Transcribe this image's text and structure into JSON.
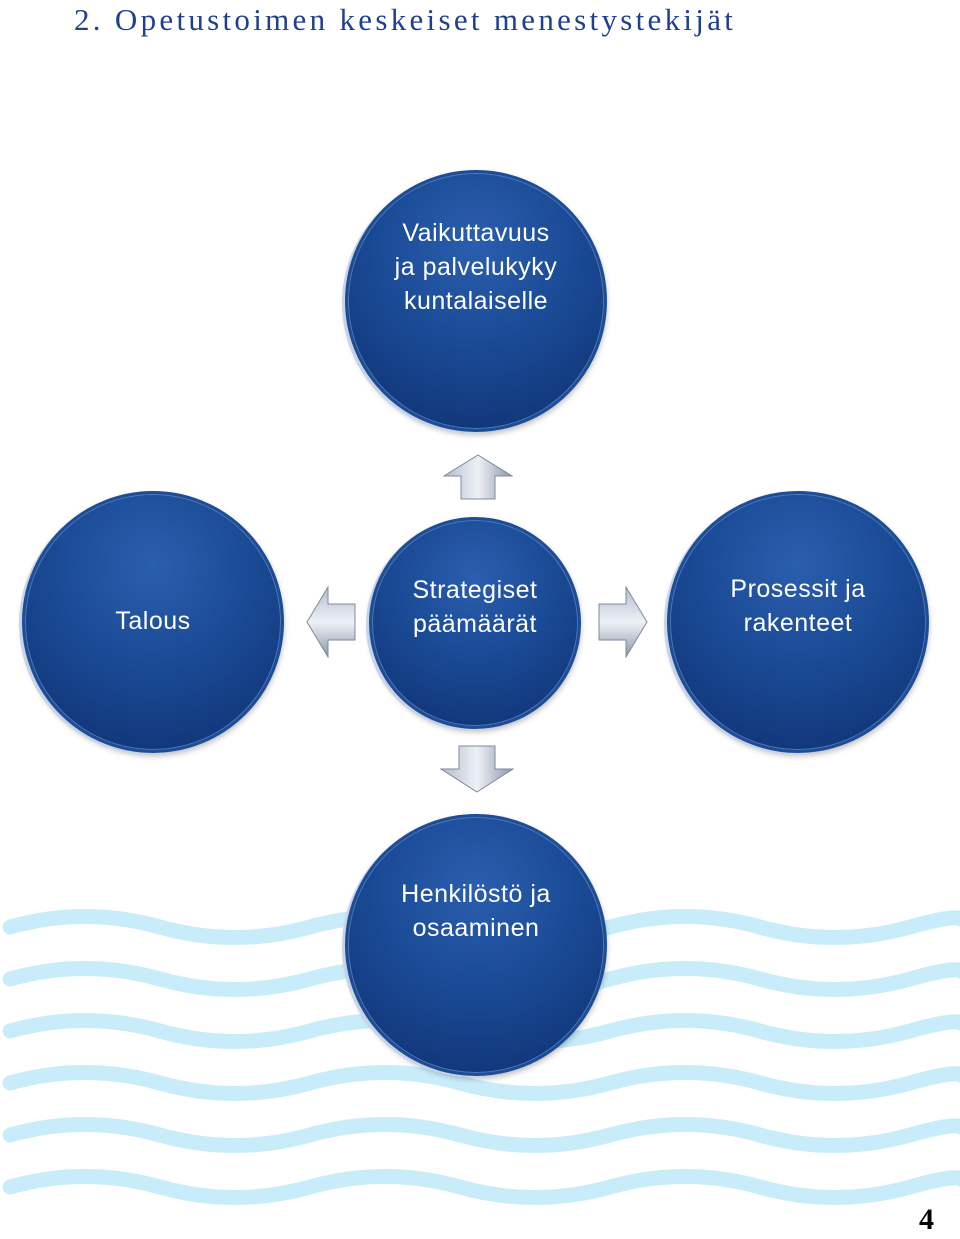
{
  "title": "2. Opetustoimen keskeiset menestystekijät",
  "nodes": {
    "top": "Vaikuttavuus\nja palvelukyky\nkuntalaiselle",
    "left": "Talous",
    "center": "Strategiset\npäämäärät",
    "right": "Prosessit ja\nrakenteet",
    "bottom": "Henkilöstö ja\nosaaminen"
  },
  "page_number": "4",
  "colors": {
    "title": "#1f3f8f",
    "circle": "#1a4a95",
    "arrow": "#8d99ad",
    "wave": "#c9ecfb"
  },
  "icons": {
    "arrows": [
      "arrow-up-icon",
      "arrow-left-icon",
      "arrow-right-icon",
      "arrow-down-icon"
    ]
  }
}
